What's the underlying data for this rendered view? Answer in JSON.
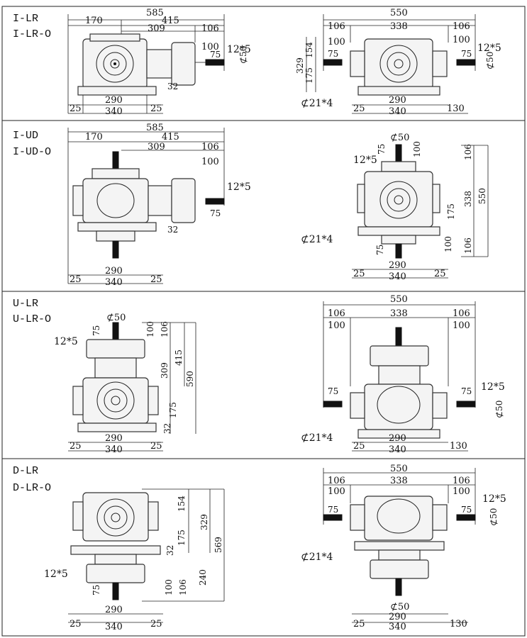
{
  "panels": [
    {
      "labels": [
        "I-LR",
        "I-LR-O"
      ],
      "left": {
        "top_dims": [
          "585",
          "170",
          "415",
          "309",
          "106",
          "100",
          "75"
        ],
        "key": "12*5",
        "shaft_dia": "⊄50",
        "side_dim": "32",
        "bottom_dims": [
          "290",
          "25",
          "340",
          "25"
        ]
      },
      "right": {
        "top_dims": [
          "550",
          "106",
          "338",
          "106",
          "100",
          "100",
          "75",
          "75"
        ],
        "key": "12*5",
        "shaft_dia": "⊄50",
        "left_dims": [
          "329",
          "154",
          "175"
        ],
        "bolt": "⊄21*4",
        "bottom_dims": [
          "290",
          "25",
          "340",
          "130"
        ]
      }
    },
    {
      "labels": [
        "I-UD",
        "I-UD-O"
      ],
      "left": {
        "top_dims": [
          "585",
          "170",
          "415",
          "309",
          "106",
          "100",
          "75"
        ],
        "key": "12*5",
        "side_dim": "32",
        "bottom_dims": [
          "290",
          "25",
          "340",
          "25"
        ]
      },
      "right": {
        "shaft_dia": "⊄50",
        "key": "12*5",
        "vert_dims": [
          "75",
          "100",
          "106",
          "338",
          "550",
          "175",
          "106",
          "100",
          "75"
        ],
        "bolt": "⊄21*4",
        "bottom_dims": [
          "290",
          "25",
          "340",
          "25"
        ]
      }
    },
    {
      "labels": [
        "U-LR",
        "U-LR-O"
      ],
      "left": {
        "shaft_dia": "⊄50",
        "key": "12*5",
        "vert_dims": [
          "75",
          "100",
          "106",
          "415",
          "309",
          "590",
          "175",
          "32"
        ],
        "bottom_dims": [
          "290",
          "25",
          "340",
          "25"
        ]
      },
      "right": {
        "top_dims": [
          "550",
          "106",
          "338",
          "106",
          "100",
          "100",
          "75",
          "75"
        ],
        "key": "12*5",
        "shaft_dia": "⊄50",
        "bolt": "⊄21*4",
        "bottom_dims": [
          "290",
          "25",
          "340",
          "130"
        ]
      }
    },
    {
      "labels": [
        "D-LR",
        "D-LR-O"
      ],
      "left": {
        "vert_dims": [
          "154",
          "329",
          "175",
          "569",
          "32",
          "240",
          "100",
          "106",
          "75"
        ],
        "key": "12*5",
        "bottom_dims": [
          "290",
          "25",
          "340",
          "25"
        ]
      },
      "right": {
        "top_dims": [
          "550",
          "106",
          "338",
          "106",
          "100",
          "100",
          "75",
          "75"
        ],
        "key": "12*5",
        "shaft_dia": "⊄50",
        "bolt": "⊄21*4",
        "bottom_dims": [
          "290",
          "25",
          "340",
          "130"
        ]
      }
    }
  ]
}
